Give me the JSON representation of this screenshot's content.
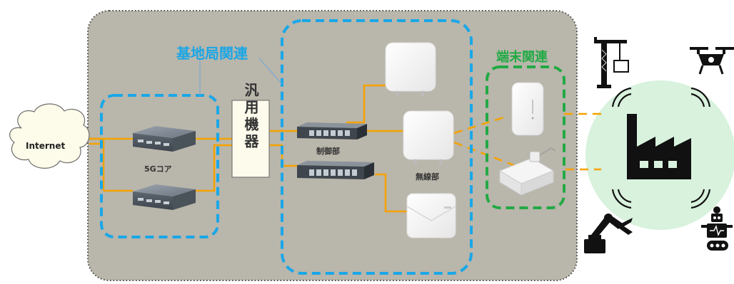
{
  "labels": {
    "internet": "Internet",
    "base_station_group": "基地局関連",
    "core": "5Gコア",
    "generic_equipment": "汎用機器",
    "control_unit": "制御部",
    "radio_unit": "無線部",
    "terminal_group": "端末関連"
  },
  "colors": {
    "main_panel_fill": "#b9b6ab",
    "panel_border": "#444444",
    "base_group_dash": "#19a7e8",
    "terminal_group_dash": "#22aa44",
    "connection_line": "#f5a200",
    "base_group_label": "#1aa6e6",
    "terminal_group_label": "#22aa44",
    "cloud_fill": "#fdfbe9",
    "factory_circle": "#d8f2dd",
    "icon_black": "#111111"
  },
  "icons": [
    "cloud-icon",
    "server-icon",
    "rack-server-icon",
    "radio-unit-icon",
    "router-icon",
    "crane-icon",
    "drone-icon",
    "factory-icon",
    "robot-arm-icon",
    "robot-icon",
    "wireless-signal-icon"
  ]
}
